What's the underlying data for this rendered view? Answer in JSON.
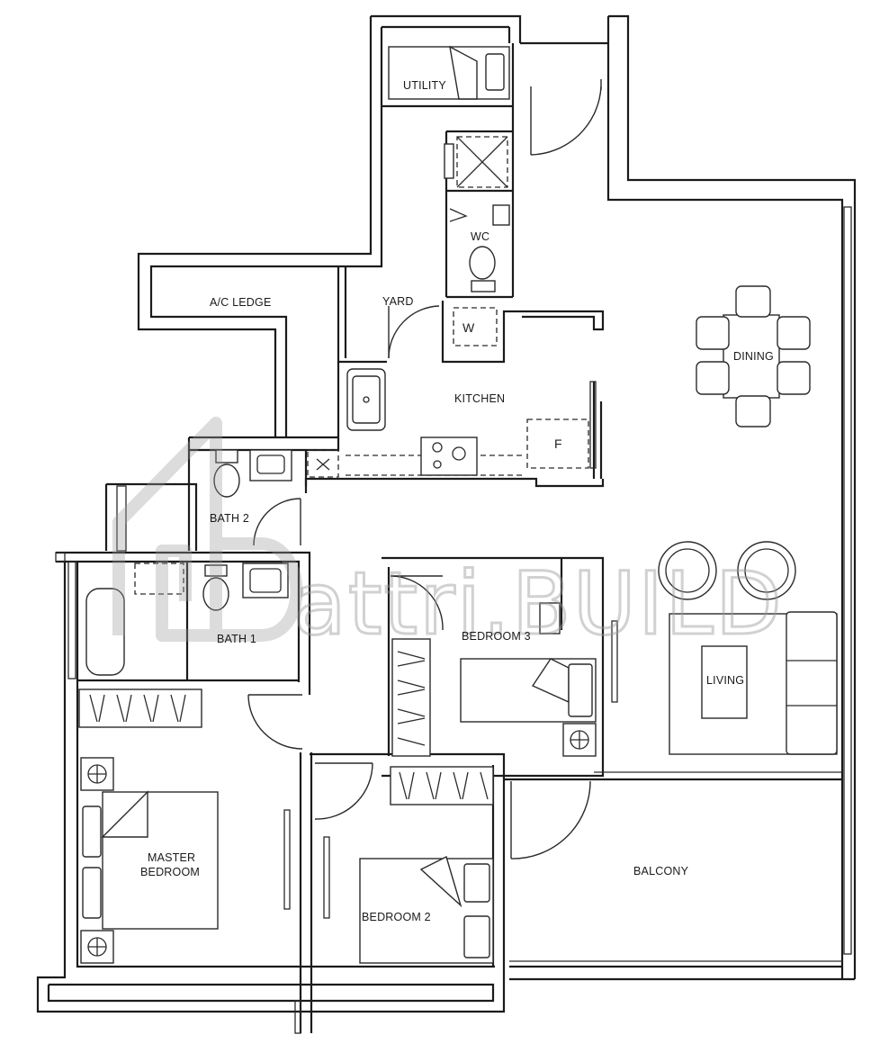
{
  "rooms": {
    "utility": "UTILITY",
    "ac_ledge": "A/C LEDGE",
    "yard": "YARD",
    "wc": "WC",
    "kitchen": "KITCHEN",
    "dining": "DINING",
    "bath2": "BATH 2",
    "bath1": "BATH 1",
    "bedroom3": "BEDROOM 3",
    "living": "LIVING",
    "master_bedroom_line1": "MASTER",
    "master_bedroom_line2": "BEDROOM",
    "bedroom2": "BEDROOM 2",
    "balcony": "BALCONY"
  },
  "fixtures": {
    "washer": "W",
    "fridge": "F"
  },
  "watermark": {
    "text": "attri.BUILD"
  },
  "colors": {
    "wall": "#1b1b1b",
    "watermark": "#9a9a9a",
    "background": "#ffffff"
  }
}
